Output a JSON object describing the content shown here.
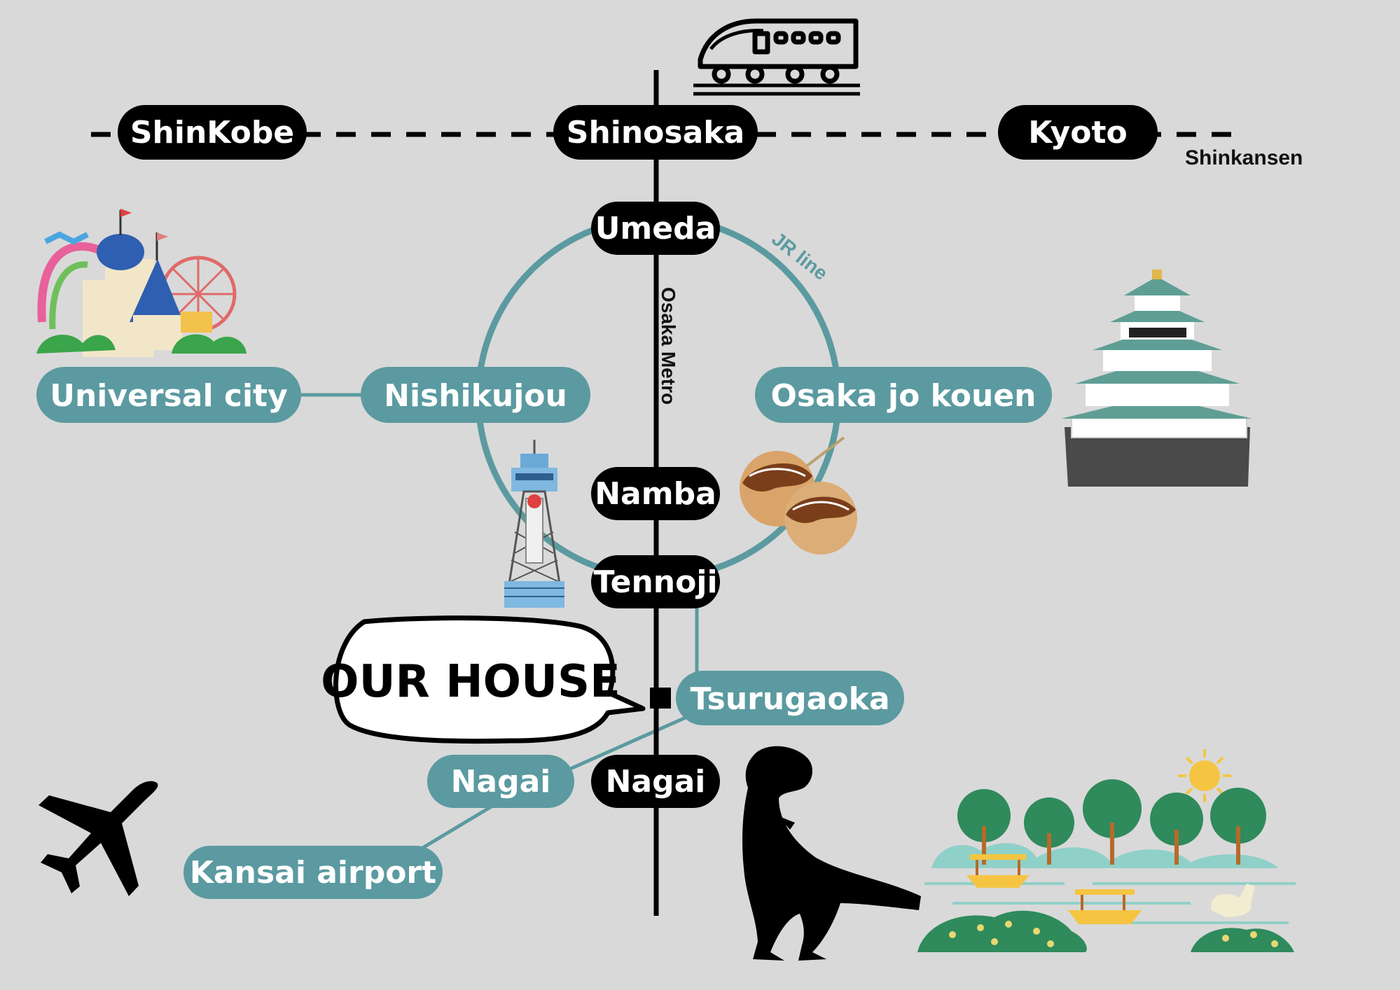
{
  "colors": {
    "background": "#d9d9d9",
    "black_label": "#000000",
    "teal_label": "#5b9aa0",
    "line_black": "#000000",
    "line_teal": "#5b9aa0"
  },
  "lines": {
    "shinkansen": "Shinkansen",
    "jr": "JR line",
    "metro": "Osaka Metro"
  },
  "stations": {
    "shinkobe": "ShinKobe",
    "shinosaka": "Shinosaka",
    "kyoto": "Kyoto",
    "umeda": "Umeda",
    "nishikujou": "Nishikujou",
    "universal_city": "Universal city",
    "osaka_jo_kouen": "Osaka jo kouen",
    "namba": "Namba",
    "tennoji": "Tennoji",
    "tsurugaoka": "Tsurugaoka",
    "nagai_jr": "Nagai",
    "nagai_metro": "Nagai",
    "kansai_airport": "Kansai airport"
  },
  "callout": {
    "our_house": "OUR HOUSE"
  },
  "icons": [
    "train-icon",
    "amusement-park-icon",
    "osaka-castle-icon",
    "tsutenkaku-tower-icon",
    "takoyaki-icon",
    "airplane-icon",
    "dinosaur-icon",
    "park-icon"
  ]
}
